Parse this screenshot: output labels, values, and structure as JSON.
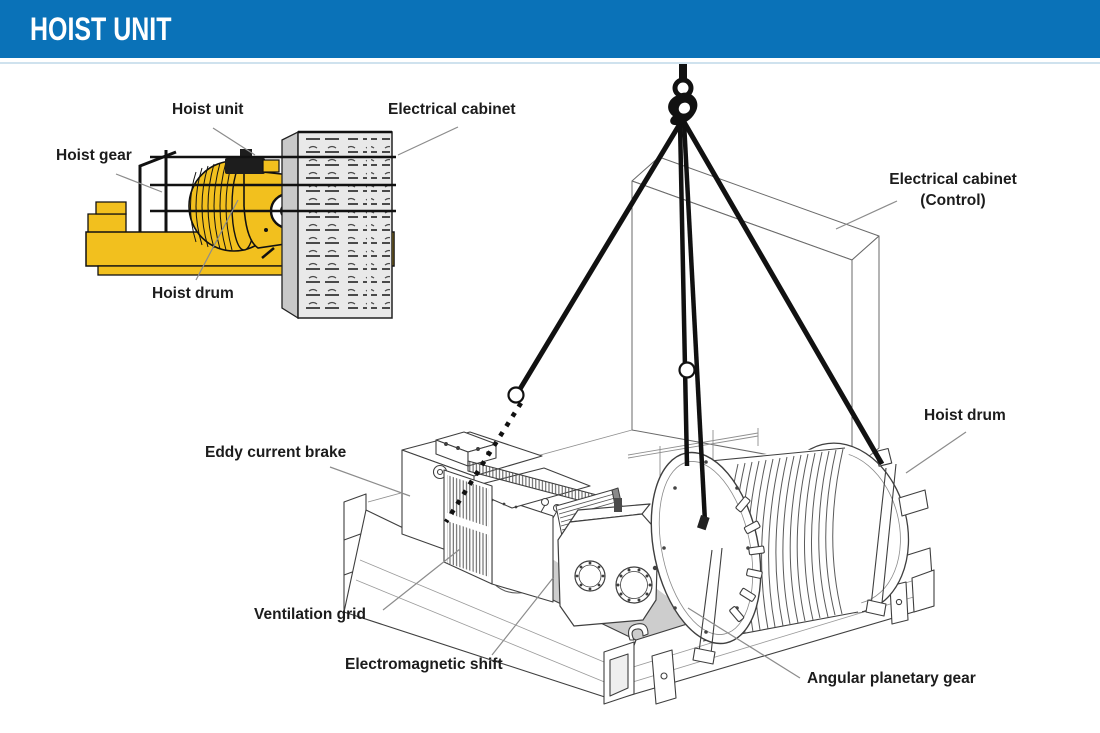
{
  "header": {
    "title": "HOIST UNIT",
    "bar_color": "#0a72b8",
    "underline_color": "#cfe2ee"
  },
  "inset": {
    "labels": {
      "hoist_unit": "Hoist unit",
      "electrical_cabinet": "Electrical cabinet",
      "hoist_gear": "Hoist gear",
      "hoist_drum": "Hoist drum"
    },
    "colors": {
      "machine_yellow": "#f2c01e",
      "cabinet_gray": "#e9e9e9",
      "outline_black": "#111111"
    }
  },
  "diagram": {
    "labels": {
      "eddy_current_brake": "Eddy current brake",
      "ventilation_grid": "Ventilation grid",
      "electromagnetic_shift": "Electromagnetic shift",
      "angular_planetary_gear": "Angular planetary gear",
      "hoist_drum": "Hoist drum",
      "electrical_cabinet_control_line1": "Electrical cabinet",
      "electrical_cabinet_control_line2": "(Control)"
    },
    "colors": {
      "line": "#3f3f3f",
      "sling_black": "#111111",
      "leader_gray": "#8c8c8c",
      "floor_gray": "#cdcdcd"
    }
  }
}
